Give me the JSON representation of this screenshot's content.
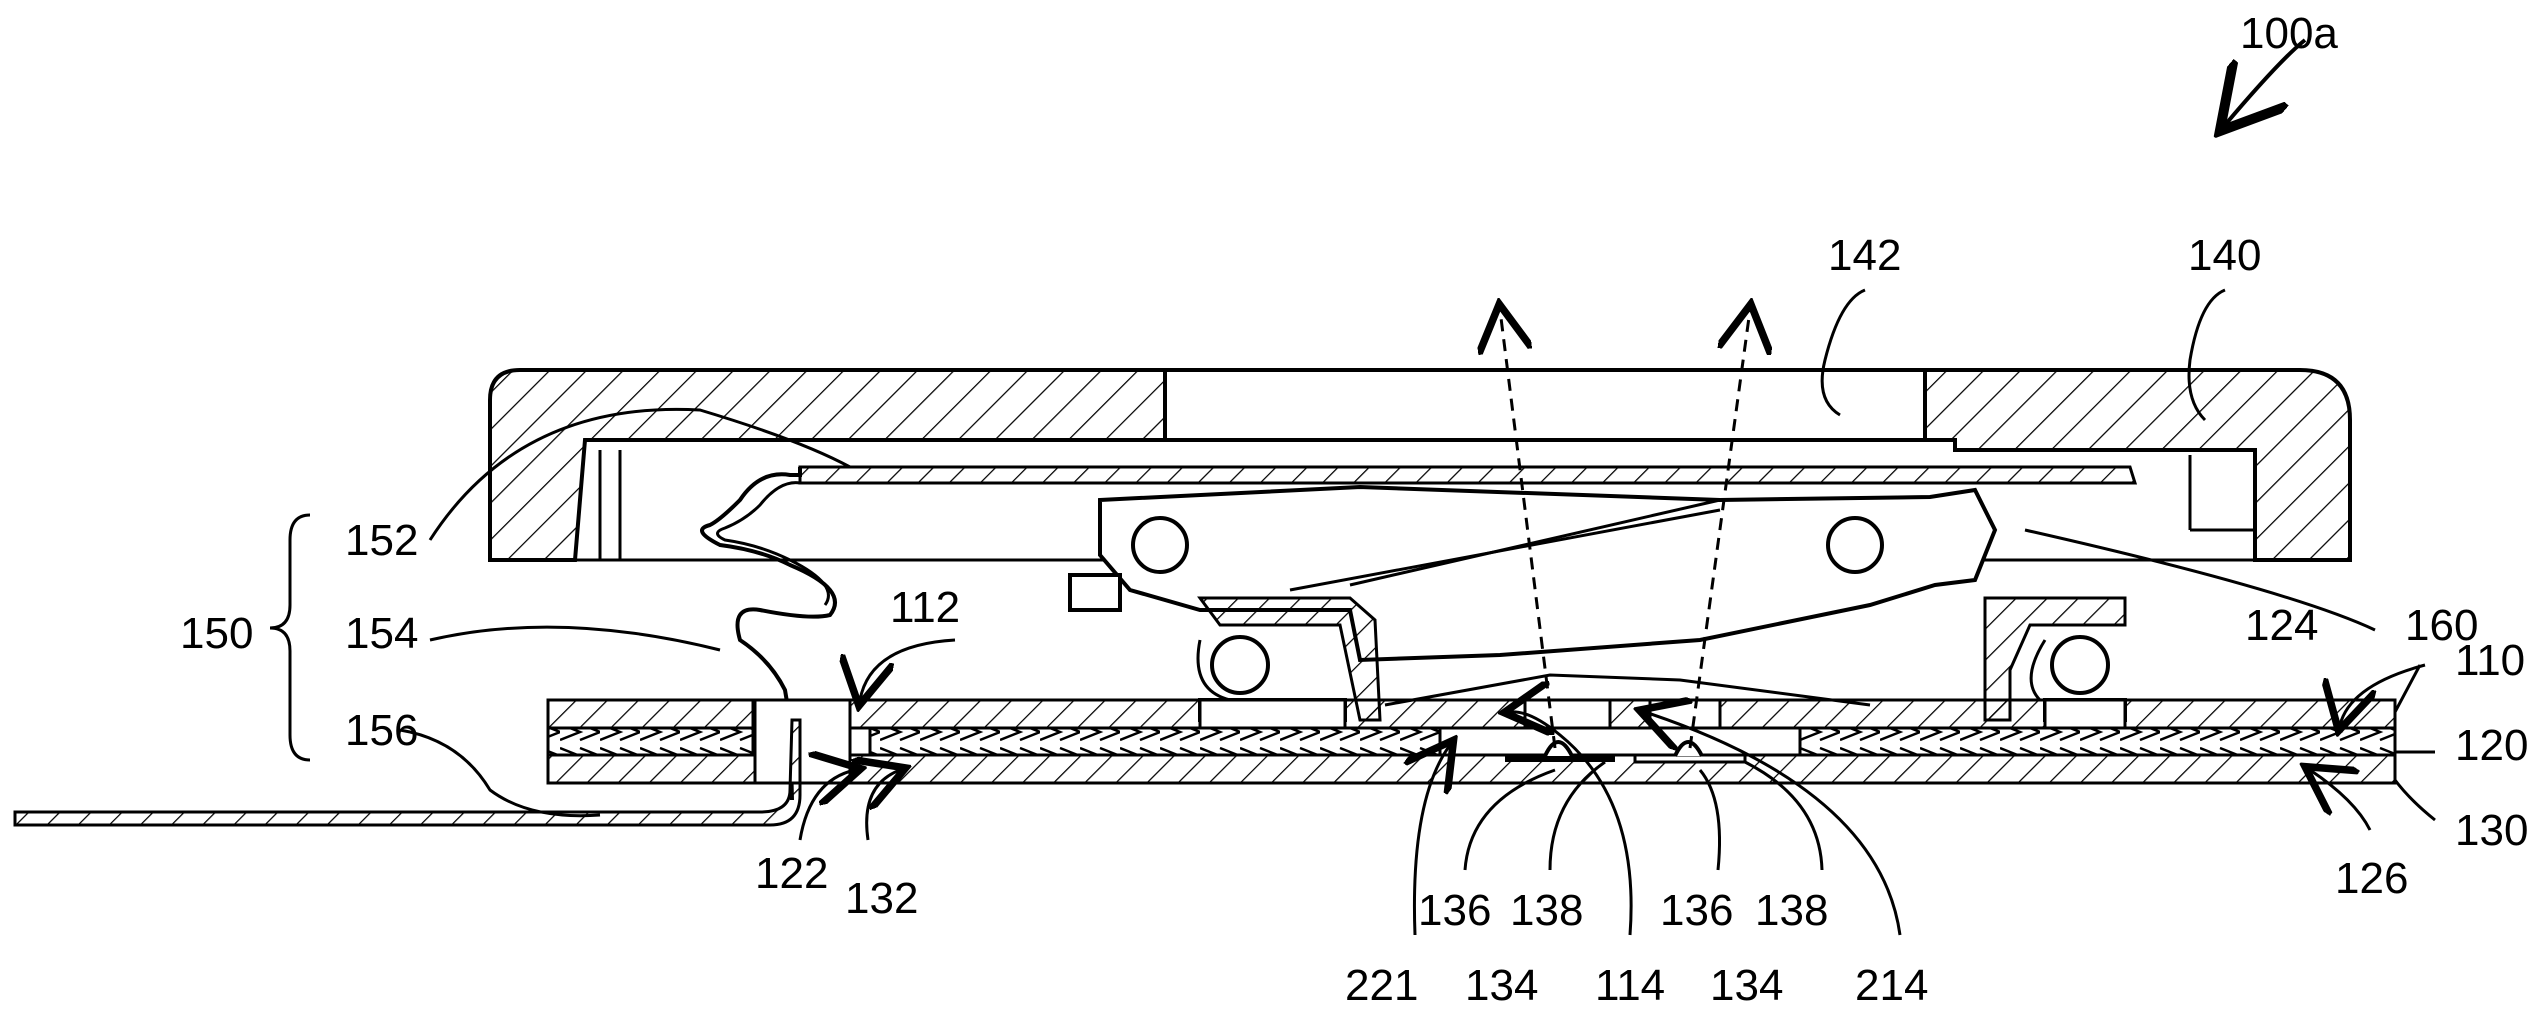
{
  "figure_id": "100a",
  "labels": {
    "l142": "142",
    "l140": "140",
    "l152": "152",
    "l150": "150",
    "l154": "154",
    "l156": "156",
    "l112": "112",
    "l160": "160",
    "l124": "124",
    "l110": "110",
    "l120": "120",
    "l130": "130",
    "l126": "126",
    "l122": "122",
    "l132": "132",
    "l136a": "136",
    "l138a": "138",
    "l136b": "136",
    "l138b": "138",
    "l221": "221",
    "l134a": "134",
    "l114": "114",
    "l134b": "134",
    "l214": "214"
  }
}
